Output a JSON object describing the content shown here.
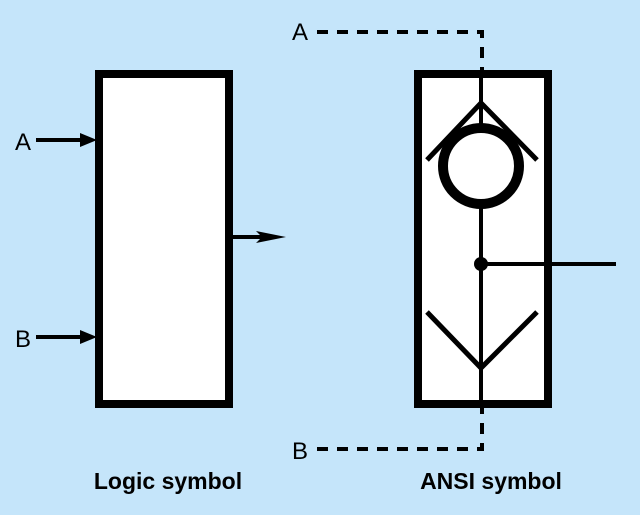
{
  "colors": {
    "background": "#c5e5fa",
    "box_fill": "#ffffff",
    "stroke": "#000000"
  },
  "logic_symbol": {
    "input_a_label": "A",
    "input_b_label": "B",
    "caption": "Logic symbol"
  },
  "ansi_symbol": {
    "input_a_label": "A",
    "input_b_label": "B",
    "caption": "ANSI symbol"
  }
}
